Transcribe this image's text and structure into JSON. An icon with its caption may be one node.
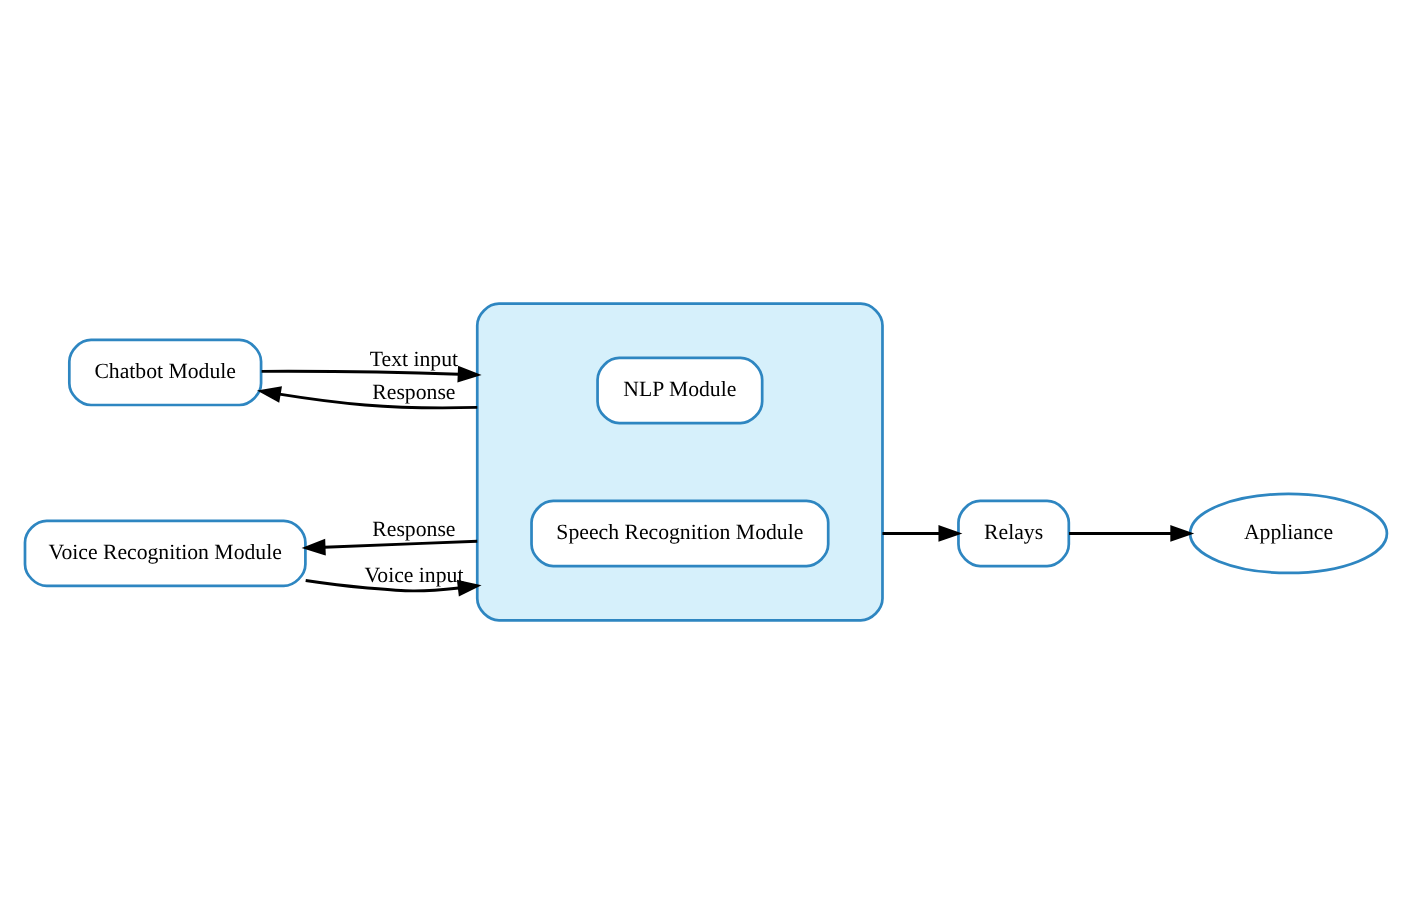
{
  "diagram": {
    "nodes": [
      {
        "text": [
          "Chatbot Module"
        ]
      },
      {
        "text": [
          "Voice Recognition Module"
        ]
      },
      {
        "text": [],
        "shape": "box"
      },
      {
        "text": [
          "NLP Module"
        ],
        "in": 2
      },
      {
        "text": [
          "Speech Recognition Module"
        ],
        "in": 2
      },
      {
        "text": [
          "Relays"
        ]
      },
      {
        "text": [
          "Appliance"
        ]
      }
    ],
    "edges": [
      {
        "from": 0,
        "to": 2,
        "arrow": "to",
        "label": "Text input"
      },
      {
        "from": 2,
        "to": 0,
        "arrow": "to",
        "label": "Response"
      },
      {
        "from": 2,
        "to": 1,
        "arrow": "to",
        "label": "Response"
      },
      {
        "from": 1,
        "to": 2,
        "arrow": "to",
        "label": "Voice input"
      },
      {
        "from": 2,
        "to": 5,
        "arrow": "to"
      },
      {
        "from": 5,
        "to": 6,
        "arrow": "to"
      }
    ]
  }
}
